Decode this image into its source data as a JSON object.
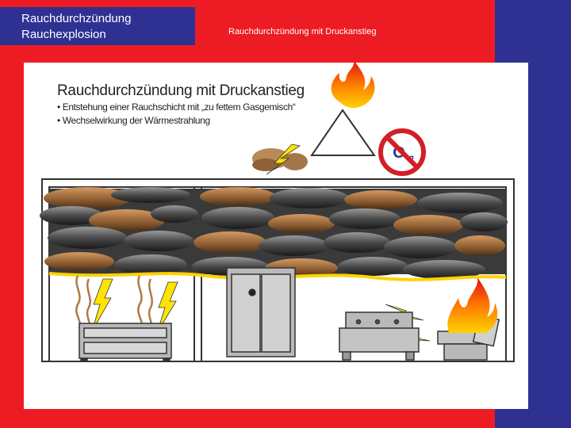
{
  "slide": {
    "title_line_1": "Rauchdurchzündung",
    "title_line_2": "Rauchexplosion",
    "subtitle": "Rauchdurchzündung mit Druckanstieg",
    "colors": {
      "background": "#ed1c24",
      "accent": "#2e3192",
      "card": "#ffffff"
    }
  },
  "figure": {
    "heading": "Rauchdurchzündung mit Druckanstieg",
    "bullets": [
      "• Entstehung einer Rauchschicht mit „zu fettem Gasgemisch“",
      "• Wechselwirkung der Wärmestrahlung"
    ],
    "icons": [
      "flame-icon",
      "fire-triangle-icon",
      "no-oxygen-icon",
      "smoke-cloud-icon",
      "lightning-icon"
    ]
  }
}
